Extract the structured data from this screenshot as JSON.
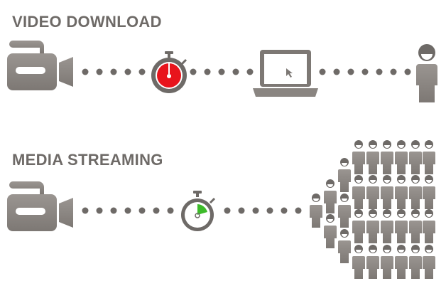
{
  "sections": {
    "download": {
      "title": "VIDEO DOWNLOAD"
    },
    "streaming": {
      "title": "MEDIA STREAMING"
    }
  },
  "colors": {
    "icon": "#8a8581",
    "dot": "#6e6a67",
    "red": "#e8141c",
    "green": "#3dbb2a"
  },
  "crowd": {
    "lead_columns": [
      1,
      2,
      3
    ],
    "grid_columns": 6,
    "grid_rows": 4
  }
}
